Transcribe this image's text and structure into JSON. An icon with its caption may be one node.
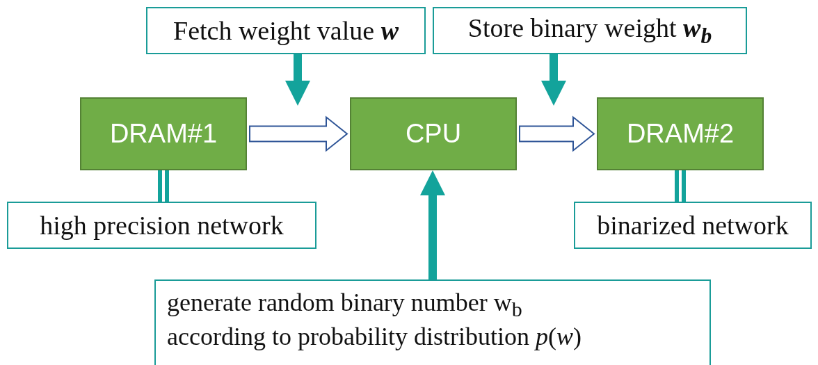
{
  "diagram": {
    "nodes": [
      {
        "text": [
          "Fetch weight value **w**"
        ]
      },
      {
        "text": [
          "Store binary weight **w**$_{b}$"
        ]
      },
      {
        "text": [
          "DRAM#1"
        ]
      },
      {
        "text": [
          "CPU"
        ]
      },
      {
        "text": [
          "DRAM#2"
        ]
      },
      {
        "text": [
          "high precision network"
        ]
      },
      {
        "text": [
          "binarized network"
        ]
      },
      {
        "text": [
          "generate random binary number w$_{b}$ according to probability distribution *p*(*w*)"
        ]
      }
    ],
    "edges": [
      {
        "from": 0,
        "to": null,
        "arrow": "to"
      },
      {
        "from": 1,
        "to": null,
        "arrow": "to"
      },
      {
        "from": 2,
        "to": 3,
        "arrow": "to",
        "color": "#2f5597"
      },
      {
        "from": 3,
        "to": 4,
        "arrow": "to",
        "color": "#2f5597"
      },
      {
        "from": 7,
        "to": 3,
        "arrow": "to"
      },
      {
        "from": 2,
        "to": 5,
        "arrow": "none"
      },
      {
        "from": 4,
        "to": 6,
        "arrow": "none"
      }
    ]
  }
}
